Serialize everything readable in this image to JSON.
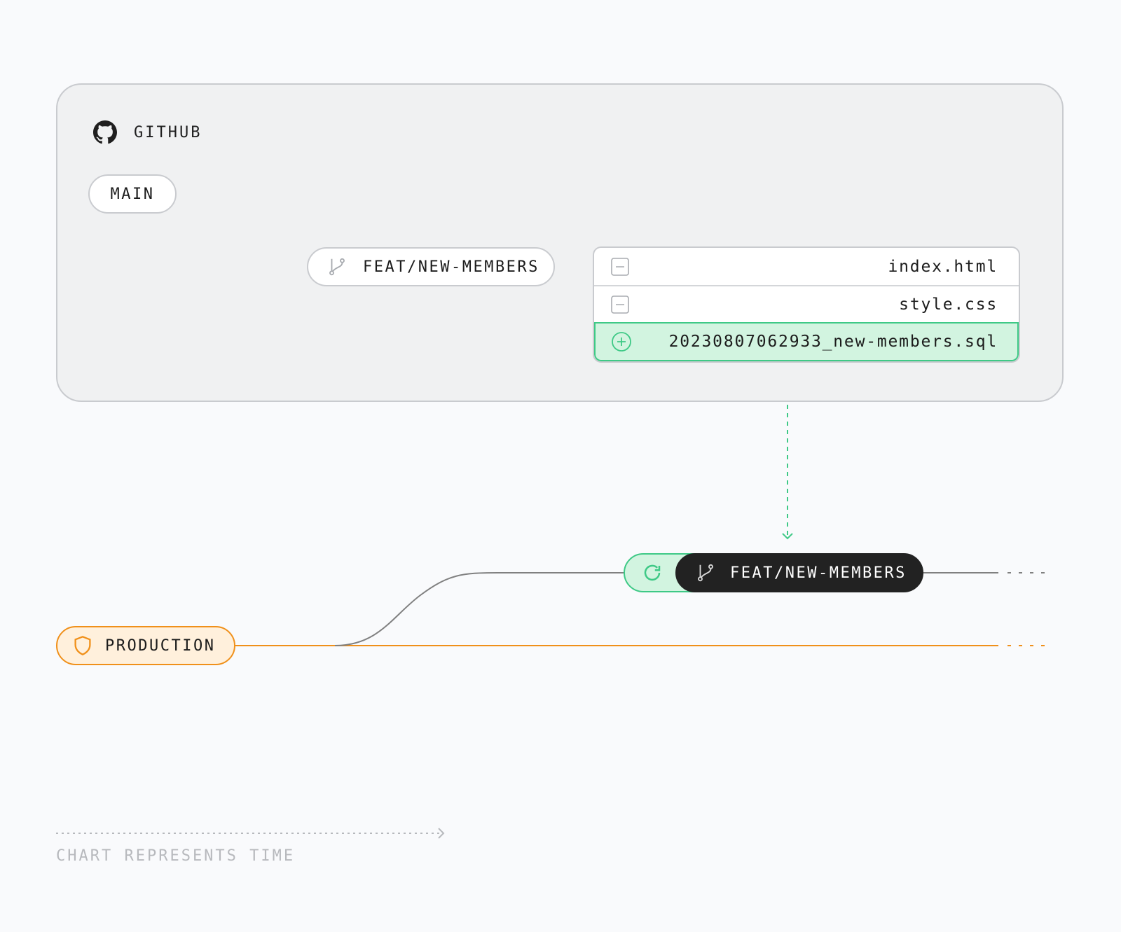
{
  "github": {
    "label": "GITHUB",
    "main_branch": "MAIN",
    "feature_branch": "FEAT/NEW-MEMBERS",
    "files": [
      {
        "name": "index.html",
        "status": "removed",
        "icon": "minus-square-icon"
      },
      {
        "name": "style.css",
        "status": "removed",
        "icon": "minus-square-icon"
      },
      {
        "name": "20230807062933_new-members.sql",
        "status": "added",
        "icon": "plus-circle-icon"
      }
    ]
  },
  "database": {
    "preview_branch": "FEAT/NEW-MEMBERS",
    "production_branch": "PRODUCTION"
  },
  "footnote": "CHART REPRESENTS TIME",
  "colors": {
    "panel_bg": "#f0f1f2",
    "border": "#c9cbcf",
    "added_green": "#3ec986",
    "added_bg": "#d2f4e0",
    "production_orange": "#f0901a",
    "production_bg": "#fff0dc",
    "dark_pill": "#222222"
  }
}
